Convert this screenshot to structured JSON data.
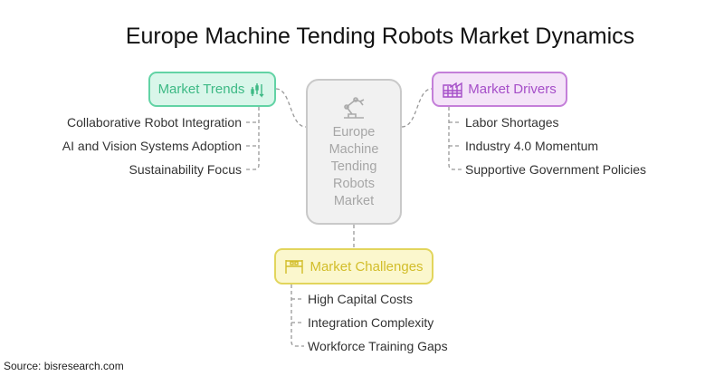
{
  "title": "Europe Machine Tending Robots Market Dynamics",
  "center": {
    "lines": [
      "Europe",
      "Machine",
      "Tending",
      "Robots",
      "Market"
    ]
  },
  "trends": {
    "label": "Market Trends",
    "items": [
      "Collaborative Robot Integration",
      "AI and Vision Systems Adoption",
      "Sustainability Focus"
    ]
  },
  "drivers": {
    "label": "Market Drivers",
    "items": [
      "Labor Shortages",
      "Industry 4.0 Momentum",
      "Supportive Government Policies"
    ]
  },
  "challenges": {
    "label": "Market Challenges",
    "items": [
      "High Capital Costs",
      "Integration Complexity",
      "Workforce Training Gaps"
    ]
  },
  "source": "Source: bisresearch.com",
  "colors": {
    "trends": "#3db985",
    "drivers": "#a54ec8",
    "challenges": "#d2bd2a",
    "center": "#a6a6a6"
  }
}
